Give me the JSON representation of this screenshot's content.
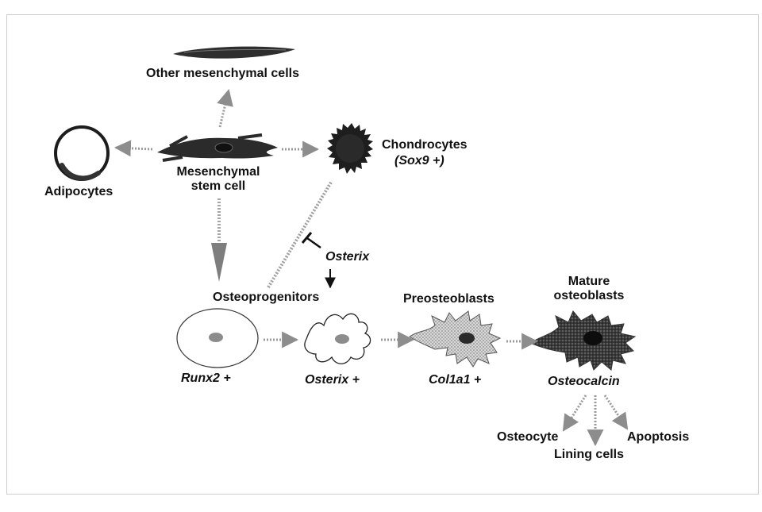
{
  "labels": {
    "other_mesenchymal": "Other mesenchymal cells",
    "adipocytes": "Adipocytes",
    "msc_line1": "Mesenchymal",
    "msc_line2": "stem cell",
    "chondrocytes": "Chondrocytes",
    "sox9": "(Sox9 +)",
    "osterix_inhibitor": "Osterix",
    "osteoprogenitors": "Osteoprogenitors",
    "preosteoblasts": "Preosteoblasts",
    "mature_line1": "Mature",
    "mature_line2": "osteoblasts",
    "runx2": "Runx2 +",
    "osterix_plus": "Osterix +",
    "col1a1": "Col1a1 +",
    "osteocalcin": "Osteocalcin",
    "osteocyte": "Osteocyte",
    "lining_cells": "Lining cells",
    "apoptosis": "Apoptosis"
  },
  "colors": {
    "cell_dark": "#2b2b2b",
    "arrow_gray": "#9a9a9a",
    "nucleus_gray": "#8a8a8a",
    "preosteoblast_fill": "#c8c8c8",
    "mature_fill": "#555555"
  }
}
